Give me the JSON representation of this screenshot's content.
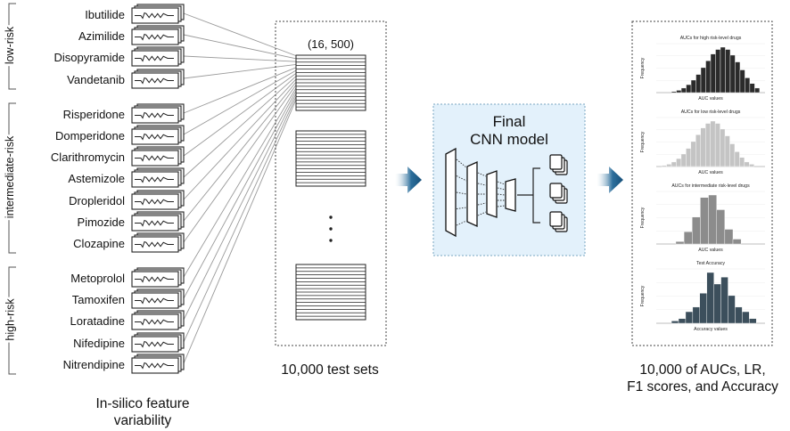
{
  "risk_groups": [
    {
      "label": "low-risk",
      "first": 0,
      "last": 3
    },
    {
      "label": "intermediate-risk",
      "first": 4,
      "last": 10
    },
    {
      "label": "high-risk",
      "first": 11,
      "last": 15
    }
  ],
  "drugs": [
    "Ibutilide",
    "Azimilide",
    "Disopyramide",
    "Vandetanib",
    "Risperidone",
    "Domperidone",
    "Clarithromycin",
    "Astemizole",
    "Dropleridol",
    "Pimozide",
    "Clozapine",
    "Metoprolol",
    "Tamoxifen",
    "Loratadine",
    "Nifedipine",
    "Nitrendipine"
  ],
  "matrix_shape_label": "(16, 500)",
  "ellipsis": "⋮",
  "model_title": "Final\nCNN model",
  "captions": {
    "feature": "In-silico feature\nvariability",
    "test_sets": "10,000 test sets",
    "results": "10,000 of AUCs, LR,\nF1 scores, and Accuracy"
  },
  "colors": {
    "arrow": "#1f5f8b",
    "cnn_panel_bg": "#e3f1fb",
    "cnn_panel_border": "#7aa6c2",
    "hist_high": "#2b2b2b",
    "hist_low": "#c4c4c4",
    "hist_inter": "#8c8c8c",
    "hist_acc": "#3c4f5c"
  },
  "chart_data": [
    {
      "type": "bar",
      "title": "AUCs for high risk-level drugs",
      "xlabel": "AUC values",
      "ylabel": "Frequency",
      "values": [
        1,
        2,
        4,
        7,
        11,
        16,
        22,
        28,
        34,
        38,
        40,
        38,
        33,
        27,
        20,
        13,
        8,
        4
      ]
    },
    {
      "type": "bar",
      "title": "AUCs for low risk-level drugs",
      "xlabel": "AUC values",
      "ylabel": "Frequency",
      "values": [
        1,
        2,
        4,
        7,
        11,
        16,
        22,
        28,
        34,
        38,
        40,
        38,
        33,
        27,
        20,
        13,
        8,
        4,
        2
      ]
    },
    {
      "type": "bar",
      "title": "AUCs for intermediate risk-level drugs",
      "xlabel": "AUC values",
      "ylabel": "Frequency",
      "values": [
        2,
        10,
        22,
        38,
        40,
        28,
        12,
        4
      ]
    },
    {
      "type": "bar",
      "title": "Test Accuracy",
      "xlabel": "Accuracy values",
      "ylabel": "Frequency",
      "values": [
        2,
        4,
        10,
        14,
        26,
        44,
        34,
        40,
        24,
        14,
        10,
        4
      ]
    }
  ]
}
